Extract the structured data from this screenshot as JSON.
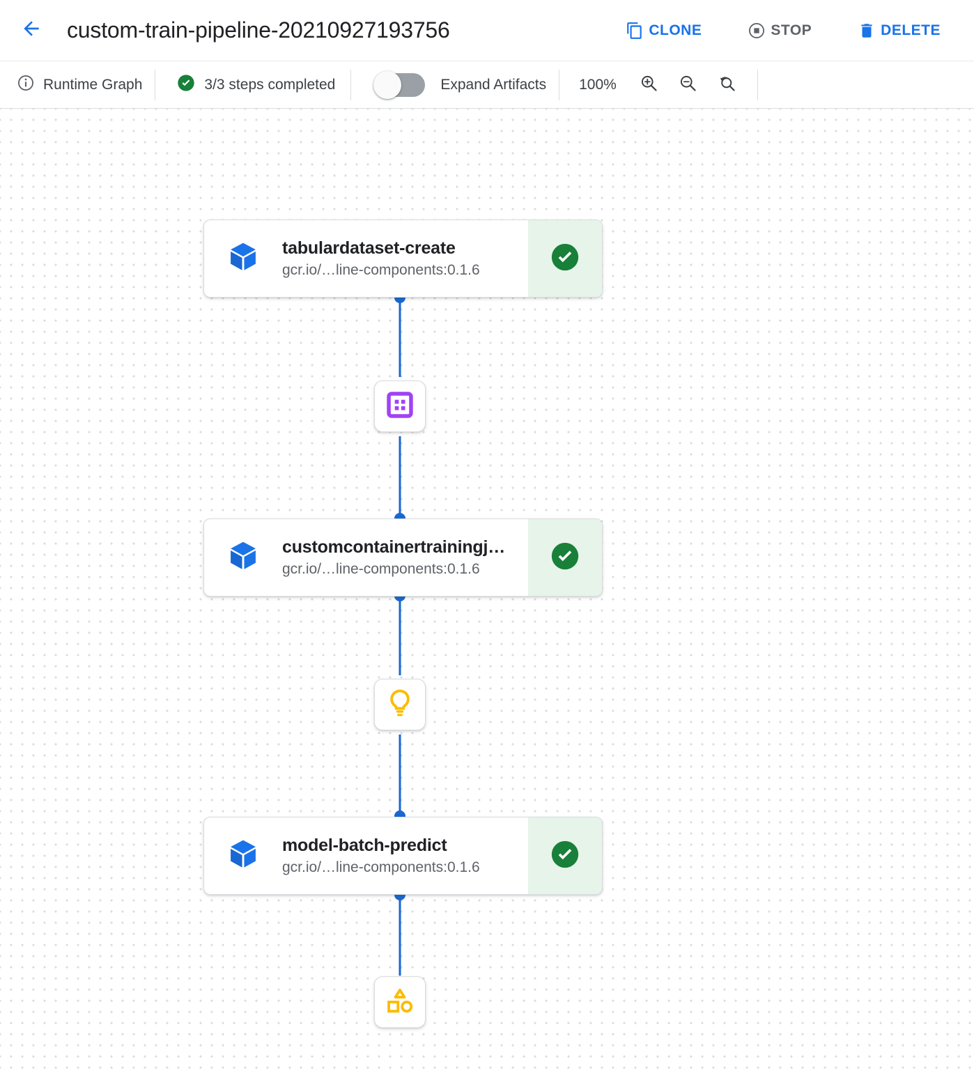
{
  "header": {
    "back_icon": "arrow-back-icon",
    "title": "custom-train-pipeline-20210927193756",
    "actions": [
      {
        "id": "clone",
        "label": "CLONE",
        "icon": "copy-icon",
        "state": "enabled"
      },
      {
        "id": "stop",
        "label": "STOP",
        "icon": "stop-circle-icon",
        "state": "disabled"
      },
      {
        "id": "delete",
        "label": "DELETE",
        "icon": "trash-icon",
        "state": "enabled"
      }
    ]
  },
  "toolbar": {
    "graph_mode_label": "Runtime Graph",
    "graph_mode_icon": "info-icon",
    "status_label": "3/3 steps completed",
    "status_icon": "check-circle-icon",
    "expand_artifacts_label": "Expand Artifacts",
    "expand_artifacts_on": false,
    "zoom_level": "100%",
    "zoom_in_icon": "zoom-in-icon",
    "zoom_out_icon": "zoom-out-icon",
    "zoom_reset_icon": "zoom-reset-icon"
  },
  "graph": {
    "nodes": [
      {
        "id": "tabulardataset-create",
        "title": "tabulardataset-create",
        "subtitle": "gcr.io/…line-components:0.1.6",
        "icon": "cube-icon",
        "status": "succeeded",
        "status_icon": "check-circle-icon"
      },
      {
        "id": "customcontainertrainingjob-run",
        "title": "customcontainertrainingj…",
        "subtitle": "gcr.io/…line-components:0.1.6",
        "icon": "cube-icon",
        "status": "succeeded",
        "status_icon": "check-circle-icon"
      },
      {
        "id": "model-batch-predict",
        "title": "model-batch-predict",
        "subtitle": "gcr.io/…line-components:0.1.6",
        "icon": "cube-icon",
        "status": "succeeded",
        "status_icon": "check-circle-icon"
      }
    ],
    "artifacts": [
      {
        "id": "dataset-artifact",
        "icon": "dataset-icon",
        "color": "#a142f4"
      },
      {
        "id": "model-artifact",
        "icon": "lightbulb-icon",
        "color": "#fbbc04"
      },
      {
        "id": "batch-prediction-artifact",
        "icon": "shapes-icon",
        "color": "#fbbc04"
      }
    ]
  },
  "colors": {
    "accent_blue": "#1a73e8",
    "edge_blue": "#1967d2",
    "success_green": "#188038",
    "success_bg": "#e6f4ea",
    "text_primary": "#202124",
    "text_secondary": "#5f6368",
    "purple": "#a142f4",
    "amber": "#fbbc04"
  }
}
